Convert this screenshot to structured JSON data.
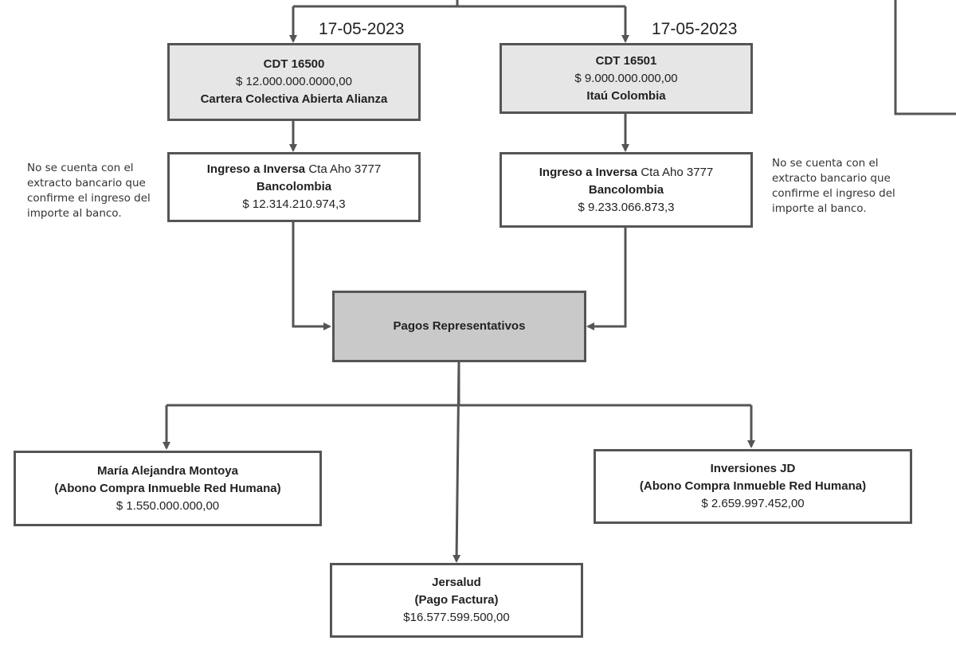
{
  "dates": {
    "left": "17-05-2023",
    "right": "17-05-2023"
  },
  "cdt_left": {
    "title": "CDT 16500",
    "amount": "$ 12.000.000.0000,00",
    "entity": "Cartera Colectiva Abierta Alianza"
  },
  "cdt_right": {
    "title": "CDT 16501",
    "amount": "$ 9.000.000.000,00",
    "entity": "Itaú Colombia"
  },
  "ingreso_left": {
    "label_bold": "Ingreso a Inversa",
    "label_rest": " Cta Aho 3777",
    "bank": "Bancolombia",
    "amount": "$ 12.314.210.974,3"
  },
  "ingreso_right": {
    "label_bold": "Ingreso a Inversa",
    "label_rest": " Cta Aho 3777",
    "bank": "Bancolombia",
    "amount": "$ 9.233.066.873,3"
  },
  "notes": {
    "left": "No se cuenta con el extracto bancario que confirme el ingreso del importe al banco.",
    "right": "No se cuenta con el extracto bancario que confirme el ingreso del importe al banco."
  },
  "pagos": {
    "label": "Pagos Representativos"
  },
  "maria": {
    "name": "María Alejandra Montoya",
    "concept": "(Abono Compra Inmueble Red Humana)",
    "amount": "$ 1.550.000.000,00"
  },
  "inversiones": {
    "name": "Inversiones JD",
    "concept": "(Abono Compra Inmueble Red Humana)",
    "amount": "$ 2.659.997.452,00"
  },
  "jersalud": {
    "name": "Jersalud",
    "concept": "(Pago Factura)",
    "amount": "$16.577.599.500,00"
  }
}
